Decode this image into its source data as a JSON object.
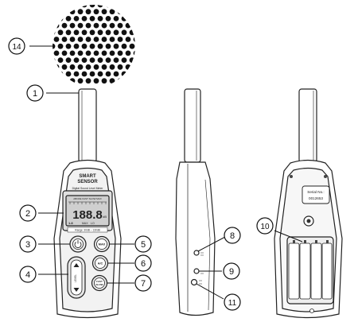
{
  "callouts": [
    {
      "id": "c1",
      "label": "1"
    },
    {
      "id": "c2",
      "label": "2"
    },
    {
      "id": "c3",
      "label": "3"
    },
    {
      "id": "c4",
      "label": "4"
    },
    {
      "id": "c5",
      "label": "5"
    },
    {
      "id": "c6",
      "label": "6"
    },
    {
      "id": "c7",
      "label": "7"
    },
    {
      "id": "c8",
      "label": "8"
    },
    {
      "id": "c9",
      "label": "9"
    },
    {
      "id": "c10",
      "label": "10"
    },
    {
      "id": "c11",
      "label": "11"
    },
    {
      "id": "c14",
      "label": "14"
    }
  ],
  "front": {
    "brand_line1": "SMART",
    "brand_line2": "SENSOR",
    "model": "Digital Sound Level Meter",
    "lcd_digits": "188.8",
    "lcd_top_row": "ABCDE FAST SLOW MAX",
    "lcd_unit": "dB",
    "lcd_bottom_left": "1.8",
    "lcd_max": "MAX",
    "lcd_lo": "LO",
    "range_text": "Range: 30dB ~ 130dB",
    "btn_max": "MAX",
    "btn_ac": "A/C",
    "btn_fast_line1": "FAST",
    "btn_fast_line2": "SLOW",
    "btn_level": "LEVEL"
  },
  "back": {
    "serial_label": "Serial No.:",
    "serial_value": "0012653"
  },
  "colors": {
    "outline": "#222222",
    "body_fill": "#ffffff",
    "panel_fill": "#e6e6e6",
    "lcd_fill": "#cfcfcf",
    "dots": "#111111"
  }
}
